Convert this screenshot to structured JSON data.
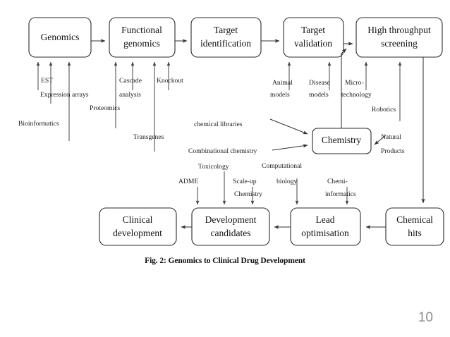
{
  "figure": {
    "caption": "Fig. 2: Genomics to Clinical Drug Development",
    "page_number": "10",
    "colors": {
      "background": "#ffffff",
      "box_border": "#2b2b2b",
      "box_fill": "#ffffff",
      "text": "#111111",
      "connector": "#333333",
      "page_number": "#8c8c8c"
    }
  },
  "chart_data": {
    "type": "diagram",
    "title": "Fig. 2: Genomics to Clinical Drug Development",
    "nodes": [
      {
        "id": "genomics",
        "label_line1": "Genomics",
        "label_line2": ""
      },
      {
        "id": "functional-genomics",
        "label_line1": "Functional",
        "label_line2": "genomics"
      },
      {
        "id": "target-identification",
        "label_line1": "Target",
        "label_line2": "identification"
      },
      {
        "id": "target-validation",
        "label_line1": "Target",
        "label_line2": "validation"
      },
      {
        "id": "high-throughput-screening",
        "label_line1": "High throughput",
        "label_line2": "screening"
      },
      {
        "id": "chemistry",
        "label_line1": "Chemistry",
        "label_line2": ""
      },
      {
        "id": "chemical-hits",
        "label_line1": "Chemical",
        "label_line2": "hits"
      },
      {
        "id": "lead-optimisation",
        "label_line1": "Lead",
        "label_line2": "optimisation"
      },
      {
        "id": "development-candidates",
        "label_line1": "Development",
        "label_line2": "candidates"
      },
      {
        "id": "clinical-development",
        "label_line1": "Clinical",
        "label_line2": "development"
      }
    ],
    "edges": [
      {
        "from": "genomics",
        "to": "functional-genomics"
      },
      {
        "from": "functional-genomics",
        "to": "target-identification"
      },
      {
        "from": "target-identification",
        "to": "target-validation"
      },
      {
        "from": "target-validation",
        "to": "high-throughput-screening"
      },
      {
        "from": "chemistry",
        "to": "target-validation"
      },
      {
        "from": "high-throughput-screening",
        "to": "chemical-hits"
      },
      {
        "from": "chemical-hits",
        "to": "lead-optimisation"
      },
      {
        "from": "lead-optimisation",
        "to": "development-candidates"
      },
      {
        "from": "development-candidates",
        "to": "clinical-development"
      }
    ],
    "input_labels": [
      {
        "text": "EST",
        "target": "genomics"
      },
      {
        "text": "Expression arrays",
        "target": "genomics"
      },
      {
        "text": "Bioinformatics",
        "target": "genomics"
      },
      {
        "text": "Cascade",
        "target": "functional-genomics"
      },
      {
        "text": "analysis",
        "target": "functional-genomics"
      },
      {
        "text": "Knockout",
        "target": "functional-genomics"
      },
      {
        "text": "Proteomics",
        "target": "functional-genomics"
      },
      {
        "text": "Transgenes",
        "target": "functional-genomics"
      },
      {
        "text": "Animal",
        "target": "target-validation"
      },
      {
        "text": "models",
        "target": "target-validation"
      },
      {
        "text": "Disease",
        "target": "target-validation"
      },
      {
        "text": "models",
        "target": "target-validation"
      },
      {
        "text": "Micro-",
        "target": "high-throughput-screening"
      },
      {
        "text": "technology",
        "target": "high-throughput-screening"
      },
      {
        "text": "Robotics",
        "target": "high-throughput-screening"
      },
      {
        "text": "chemical libraries",
        "target": "chemistry"
      },
      {
        "text": "Combinational chemistry",
        "target": "chemistry"
      },
      {
        "text": "Natural",
        "target": "chemistry"
      },
      {
        "text": "Products",
        "target": "chemistry"
      },
      {
        "text": "ADME",
        "target": "development-candidates"
      },
      {
        "text": "Toxicology",
        "target": "development-candidates"
      },
      {
        "text": "Scale-up",
        "target": "development-candidates"
      },
      {
        "text": "Chemistry",
        "target": "development-candidates"
      },
      {
        "text": "Computational",
        "target": "lead-optimisation"
      },
      {
        "text": "biology",
        "target": "lead-optimisation"
      },
      {
        "text": "Chemi-",
        "target": "lead-optimisation"
      },
      {
        "text": "informatics",
        "target": "lead-optimisation"
      }
    ]
  },
  "boxes": {
    "genomics": {
      "line1": "Genomics",
      "line2": ""
    },
    "functional_genomics": {
      "line1": "Functional",
      "line2": "genomics"
    },
    "target_identification": {
      "line1": "Target",
      "line2": "identification"
    },
    "target_validation": {
      "line1": "Target",
      "line2": "validation"
    },
    "high_throughput_screening": {
      "line1": "High throughput",
      "line2": "screening"
    },
    "chemistry": {
      "line1": "Chemistry",
      "line2": ""
    },
    "chemical_hits": {
      "line1": "Chemical",
      "line2": "hits"
    },
    "lead_optimisation": {
      "line1": "Lead",
      "line2": "optimisation"
    },
    "development_candidates": {
      "line1": "Development",
      "line2": "candidates"
    },
    "clinical_development": {
      "line1": "Clinical",
      "line2": "development"
    }
  },
  "annotations": {
    "est": "EST",
    "expression_arrays": "Expression arrays",
    "bioinformatics": "Bioinformatics",
    "cascade": "Cascade",
    "analysis": "analysis",
    "knockout": "Knockout",
    "proteomics": "Proteomics",
    "transgenes": "Transgenes",
    "animal": "Animal",
    "animal_models": "models",
    "disease": "Disease",
    "disease_models": "models",
    "micro": "Micro-",
    "technology": "technology",
    "robotics": "Robotics",
    "chemical_libraries": "chemical libraries",
    "combinational_chemistry": "Combinational chemistry",
    "natural": "Natural",
    "products": "Products",
    "adme": "ADME",
    "toxicology": "Toxicology",
    "scale_up": "Scale-up",
    "scale_up_chemistry": "Chemistry",
    "computational": "Computational",
    "biology": "biology",
    "chemi": "Chemi-",
    "informatics": "informatics"
  }
}
